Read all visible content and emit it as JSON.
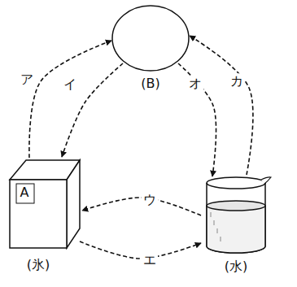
{
  "diagram": {
    "nodes": [
      {
        "text": [
          "(B)"
        ]
      },
      {
        "text": [
          "A",
          "(氷)"
        ]
      },
      {
        "text": [
          "(水)"
        ]
      }
    ],
    "edges": [
      {
        "from": 1,
        "to": 0,
        "label": "ア",
        "arrow": "to"
      },
      {
        "from": 0,
        "to": 1,
        "label": "イ",
        "arrow": "to"
      },
      {
        "from": 2,
        "to": 1,
        "label": "ウ",
        "arrow": "to"
      },
      {
        "from": 1,
        "to": 2,
        "label": "エ",
        "arrow": "to"
      },
      {
        "from": 0,
        "to": 2,
        "label": "オ",
        "arrow": "to"
      },
      {
        "from": 2,
        "to": 0,
        "label": "カ",
        "arrow": "to"
      }
    ]
  }
}
